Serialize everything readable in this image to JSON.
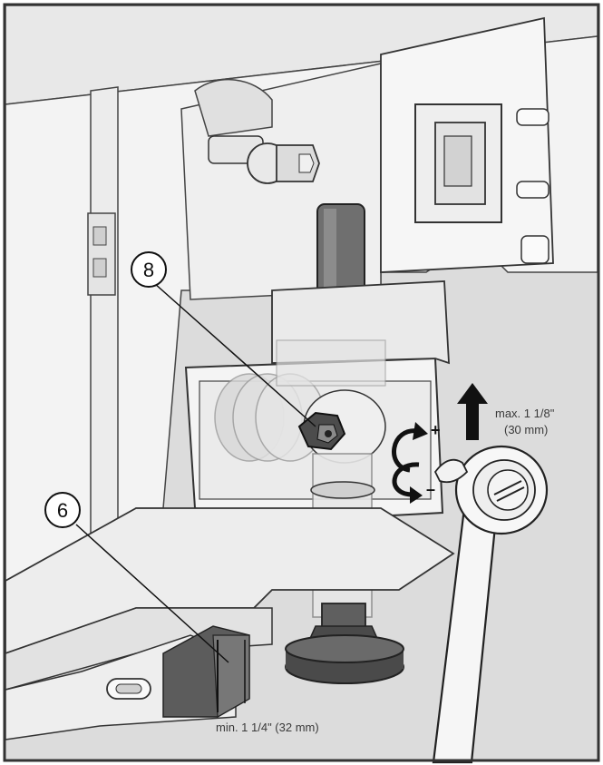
{
  "callouts": [
    {
      "number": "8",
      "part": "leveling-foot-lock-nut"
    },
    {
      "number": "6",
      "part": "bracket"
    }
  ],
  "measurements": {
    "max_height_line1": "max. 1 1/8\"",
    "max_height_line2": "(30 mm)",
    "min_clearance": "min. 1 1/4\" (32 mm)"
  },
  "rotation_signs": {
    "plus": "+",
    "minus": "–"
  },
  "colors": {
    "border": "#333333",
    "background": "#dcdcdc",
    "panel": "#f2f2f2",
    "part_dark": "#4a4a4a",
    "part_mid": "#8c8c8c",
    "line": "#222222"
  }
}
